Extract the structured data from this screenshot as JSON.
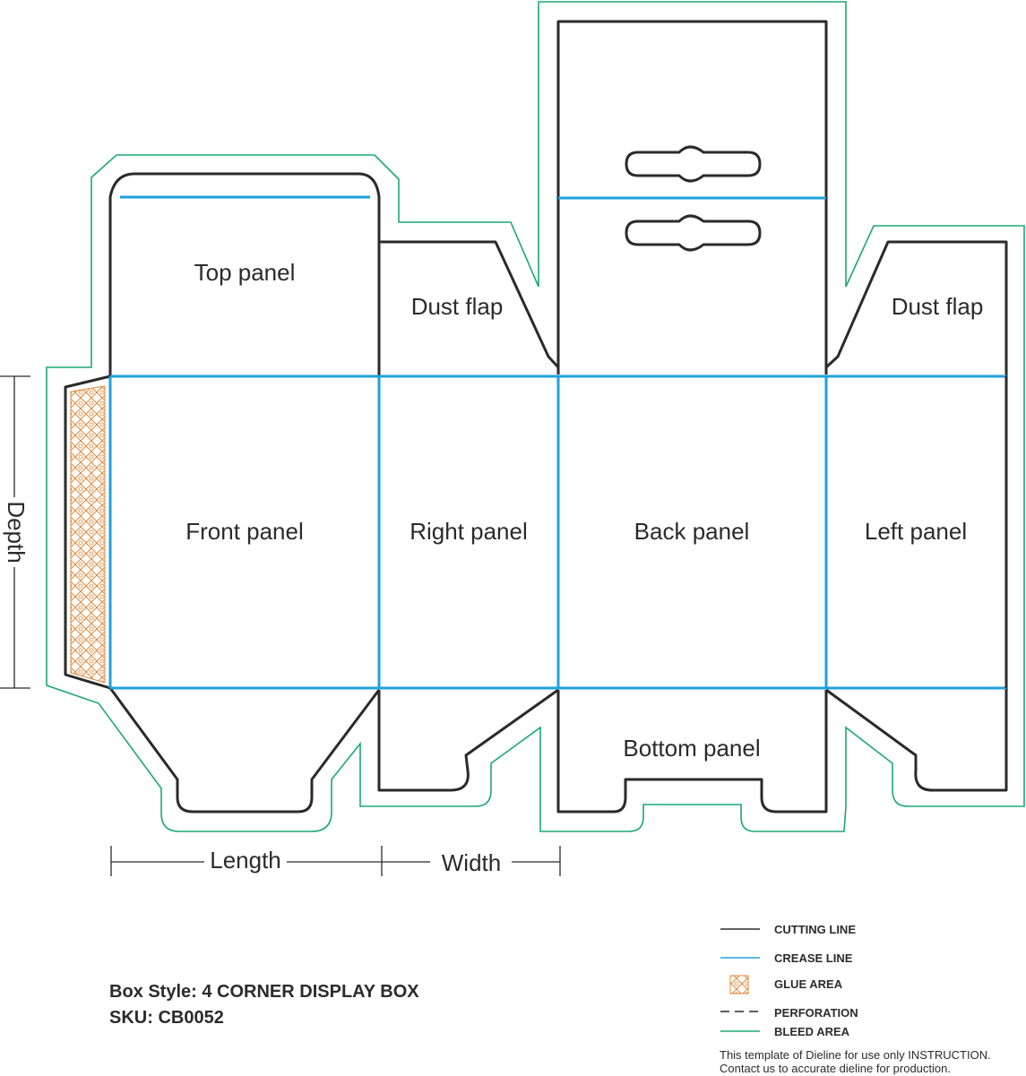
{
  "colors": {
    "cut": "#2a2a2a",
    "crease": "#1fa2dc",
    "bleed": "#1aa874",
    "glue": "#e0883a"
  },
  "panels": {
    "top": "Top panel",
    "dust_right": "Dust flap",
    "dust_left": "Dust flap",
    "front": "Front panel",
    "right": "Right panel",
    "back": "Back panel",
    "left": "Left panel",
    "bottom": "Bottom panel"
  },
  "dimensions": {
    "depth": "Depth",
    "length": "Length",
    "width": "Width"
  },
  "box_info": {
    "style": "Box Style: 4 CORNER DISPLAY BOX",
    "sku": "SKU: CB0052"
  },
  "legend": [
    {
      "icon": "cutting-line-icon",
      "label": "CUTTING LINE"
    },
    {
      "icon": "crease-line-icon",
      "label": "CREASE LINE"
    },
    {
      "icon": "glue-area-icon",
      "label": "GLUE AREA"
    },
    {
      "icon": "perforation-icon",
      "label": "PERFORATION"
    },
    {
      "icon": "bleed-area-icon",
      "label": "BLEED AREA"
    }
  ],
  "note": {
    "line1": "This template of Dieline for use only INSTRUCTION.",
    "line2": "Contact us to accurate dieline for production."
  }
}
